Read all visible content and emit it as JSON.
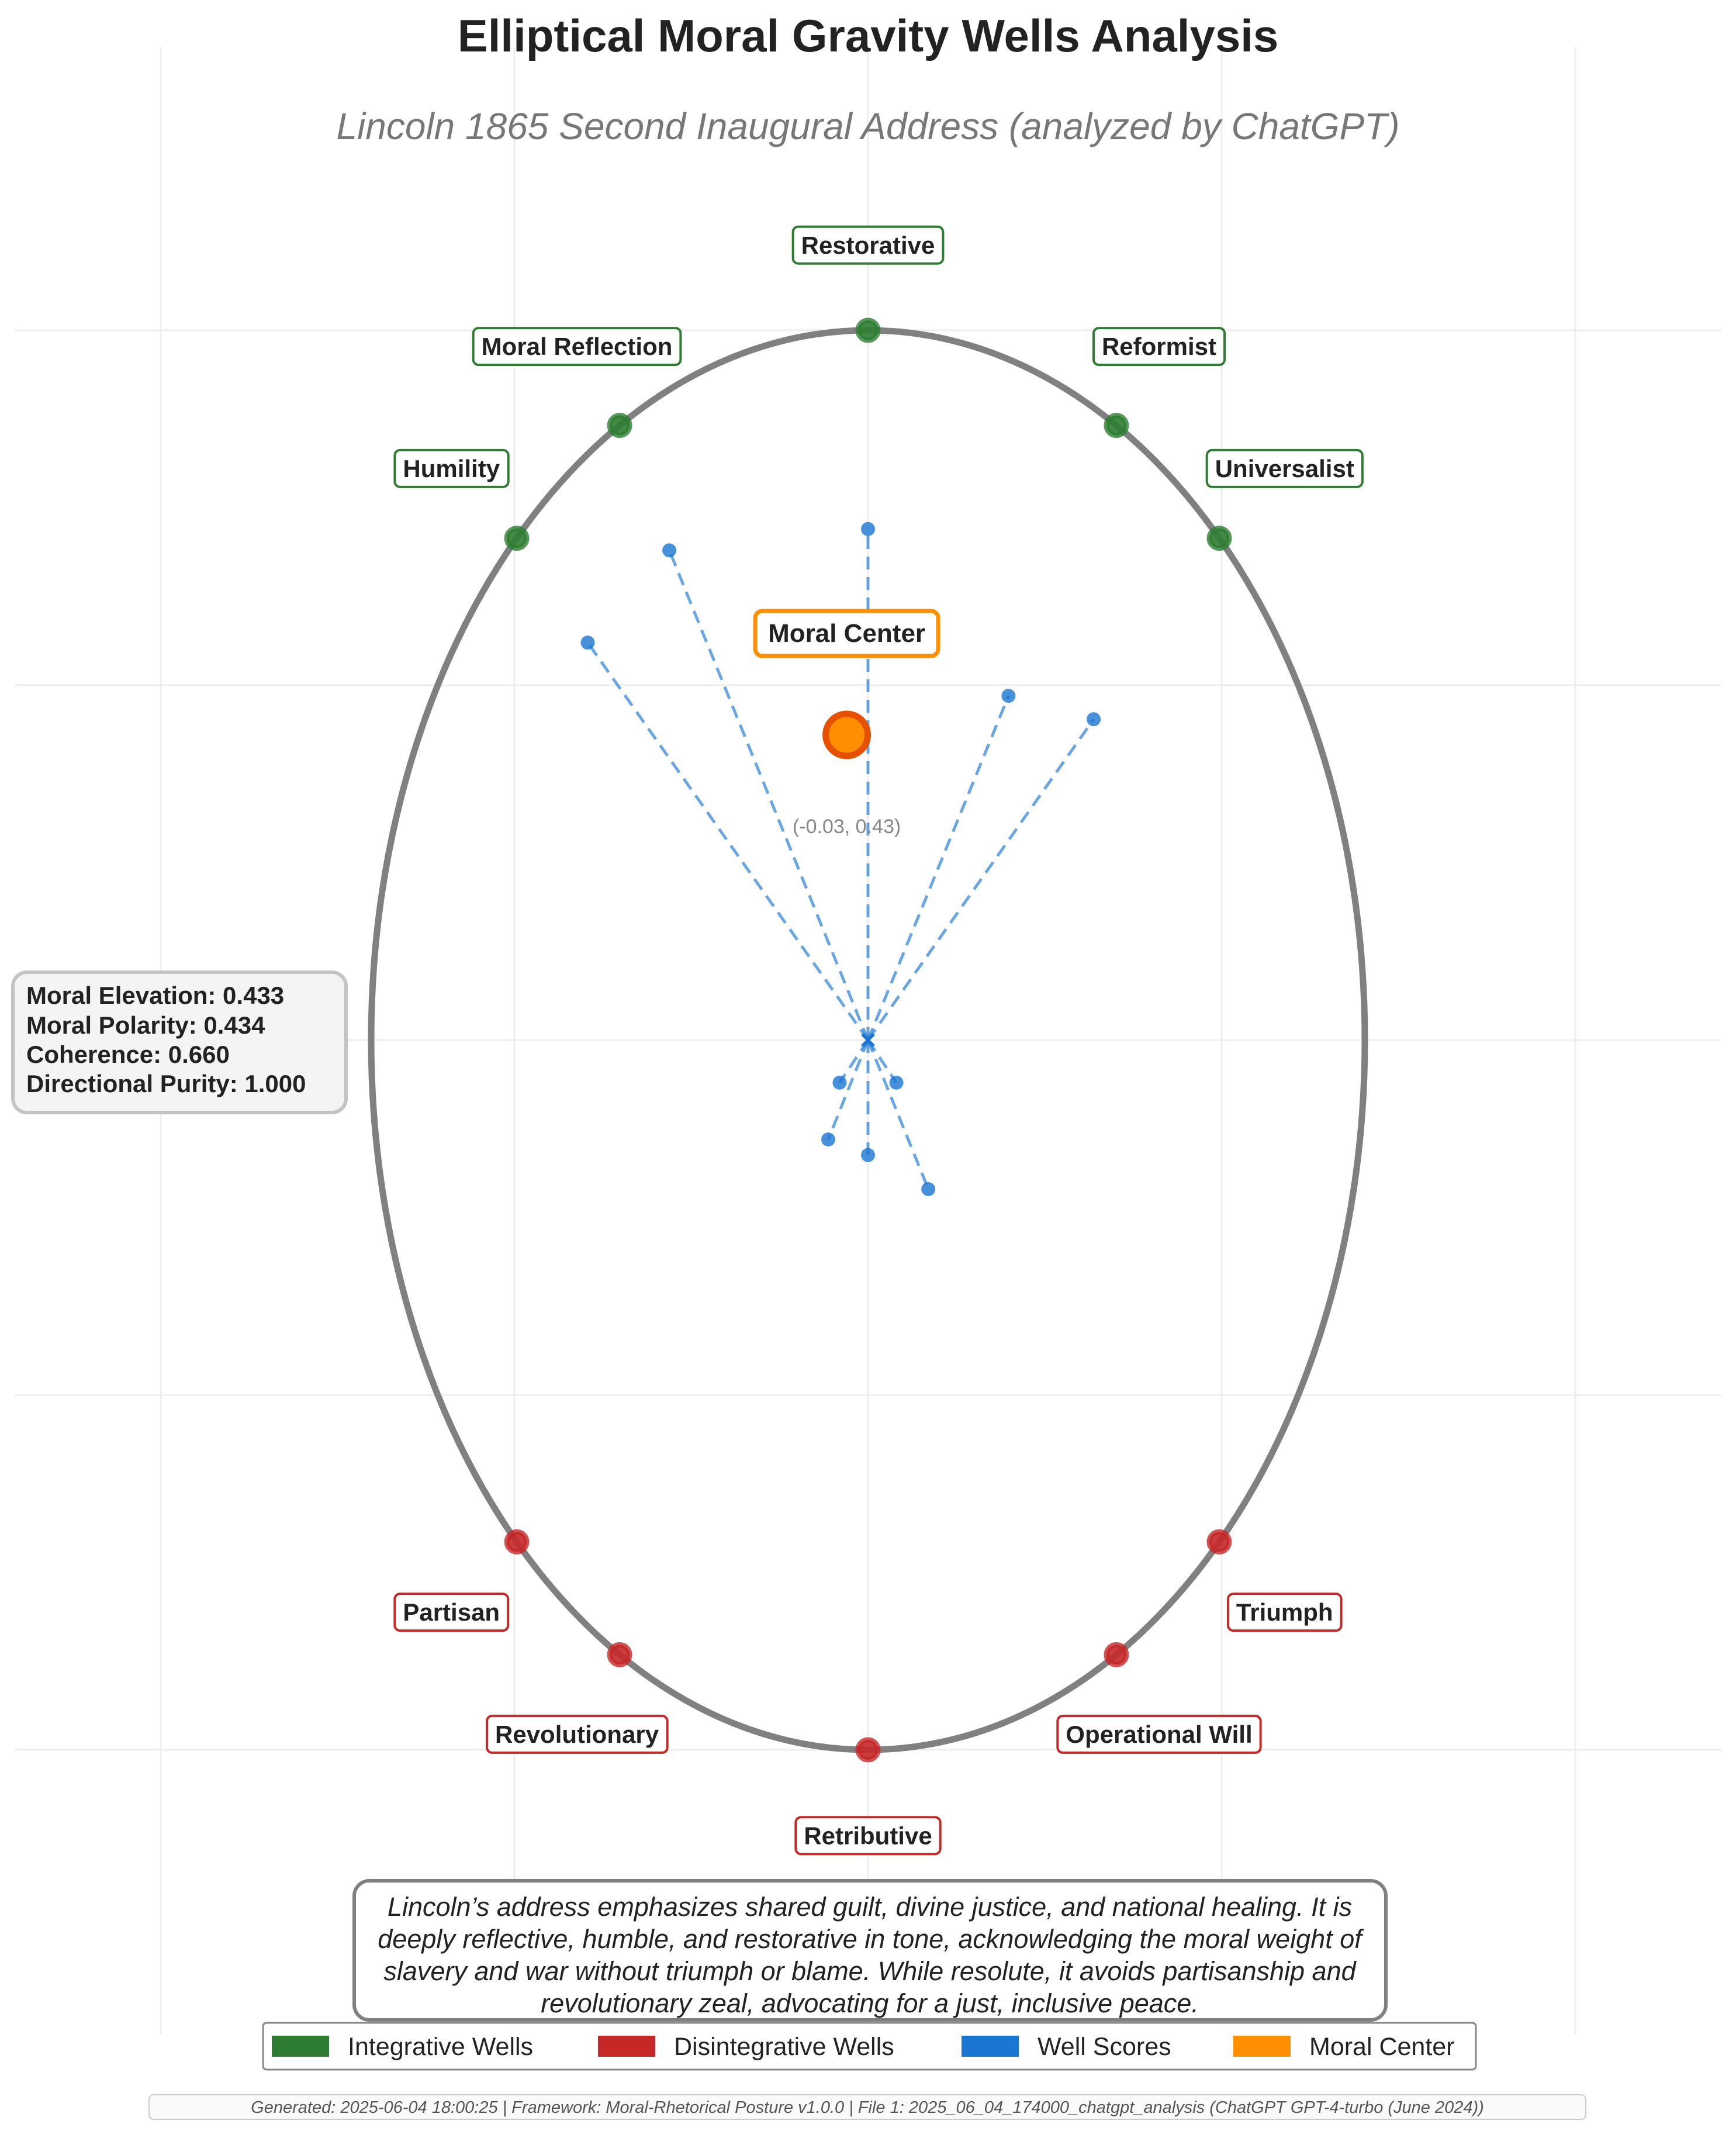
{
  "chart_data": {
    "type": "scatter",
    "title": "Elliptical Moral Gravity Wells Analysis",
    "subtitle": "Lincoln 1865 Second Inaugural Address (analyzed by ChatGPT)",
    "ellipse": {
      "semi_major_y": 1.0,
      "semi_minor_x": 0.7
    },
    "grid": true,
    "integrative_wells": [
      {
        "name": "Restorative",
        "x": 0.0,
        "y": 1.0
      },
      {
        "name": "Reformist",
        "x": 0.35,
        "y": 0.866
      },
      {
        "name": "Universalist",
        "x": 0.495,
        "y": 0.707
      },
      {
        "name": "Moral Reflection",
        "x": -0.35,
        "y": 0.866
      },
      {
        "name": "Humility",
        "x": -0.495,
        "y": 0.707
      }
    ],
    "disintegrative_wells": [
      {
        "name": "Partisan",
        "x": -0.495,
        "y": -0.707
      },
      {
        "name": "Revolutionary",
        "x": -0.35,
        "y": -0.866
      },
      {
        "name": "Retributive",
        "x": 0.0,
        "y": -1.0
      },
      {
        "name": "Operational Will",
        "x": 0.35,
        "y": -0.866
      },
      {
        "name": "Triumph",
        "x": 0.495,
        "y": -0.707
      }
    ],
    "well_scores": [
      {
        "x": 0.0,
        "y": 0.72
      },
      {
        "x": -0.28,
        "y": 0.69
      },
      {
        "x": -0.395,
        "y": 0.56
      },
      {
        "x": 0.198,
        "y": 0.485
      },
      {
        "x": 0.318,
        "y": 0.452
      },
      {
        "x": -0.04,
        "y": -0.06
      },
      {
        "x": 0.04,
        "y": -0.06
      },
      {
        "x": -0.056,
        "y": -0.14
      },
      {
        "x": 0.0,
        "y": -0.162
      },
      {
        "x": 0.085,
        "y": -0.21
      }
    ],
    "moral_center": {
      "label": "Moral Center",
      "x": -0.03,
      "y": 0.43,
      "coord_text": "(-0.03, 0.43)"
    },
    "legend": {
      "placement": "bottom",
      "entries": [
        {
          "label": "Integrative Wells",
          "color": "#2e7d32"
        },
        {
          "label": "Disintegrative Wells",
          "color": "#c62828"
        },
        {
          "label": "Well Scores",
          "color": "#1976d2"
        },
        {
          "label": "Moral Center",
          "color": "#ff8f00"
        }
      ]
    }
  },
  "metrics": {
    "lines": [
      "Moral Elevation: 0.433",
      "Moral Polarity: 0.434",
      "Coherence: 0.660",
      "Directional Purity: 1.000"
    ]
  },
  "summary": {
    "lines": [
      "Lincoln’s address emphasizes shared guilt, divine justice, and national healing. It is",
      "deeply reflective, humble, and restorative in tone, acknowledging the moral weight of",
      "slavery and war without triumph or blame. While resolute, it avoids partisanship and",
      "revolutionary zeal, advocating for a just, inclusive peace."
    ]
  },
  "footer": {
    "text": "Generated: 2025-06-04 18:00:25 | Framework: Moral-Rhetorical Posture v1.0.0 | File 1: 2025_06_04_174000_chatgpt_analysis (ChatGPT GPT-4-turbo (June 2024))"
  },
  "colors": {
    "integrative": "#2e7d32",
    "disintegrative": "#c62828",
    "score": "#1976d2",
    "center": "#ff8f00",
    "ellipse": "#808080"
  }
}
